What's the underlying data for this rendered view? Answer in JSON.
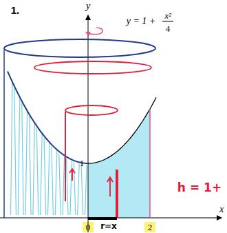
{
  "diagram": {
    "labels": [
      "1.",
      "y",
      "y = 1 +",
      "x²",
      "4",
      "1",
      "0",
      "2",
      "x",
      "h = 1+",
      "r=x"
    ]
  }
}
